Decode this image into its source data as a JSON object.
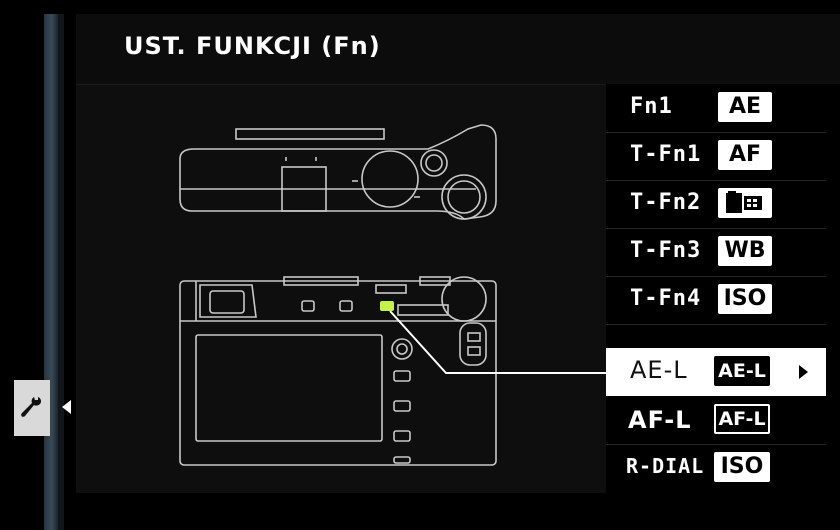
{
  "colors": {
    "accent": "#c4f24a",
    "selected_bg": "#ffffff",
    "background": "#000000"
  },
  "header": {
    "title": "UST. FUNKCJI (Fn)"
  },
  "sidebar": {
    "menu_tab_icon": "wrench-icon",
    "arrow_icon": "arrow-left-icon"
  },
  "diagram": {
    "top_view": "camera-top-view",
    "back_view": "camera-back-view",
    "highlight_icon": "button-highlight-icon"
  },
  "fn_list": [
    {
      "label": "Fn1",
      "value": "AE"
    },
    {
      "label": "T-Fn1",
      "value": "AF"
    },
    {
      "label": "T-Fn2",
      "value": "",
      "icon": "film-simulation-icon"
    },
    {
      "label": "T-Fn3",
      "value": "WB"
    },
    {
      "label": "T-Fn4",
      "value": "ISO"
    },
    {
      "label": "AE-L",
      "value": "AE-L",
      "selected": true
    },
    {
      "label": "AF-L",
      "value": "AF-L"
    },
    {
      "label": "R-DIAL",
      "value": "ISO"
    }
  ]
}
